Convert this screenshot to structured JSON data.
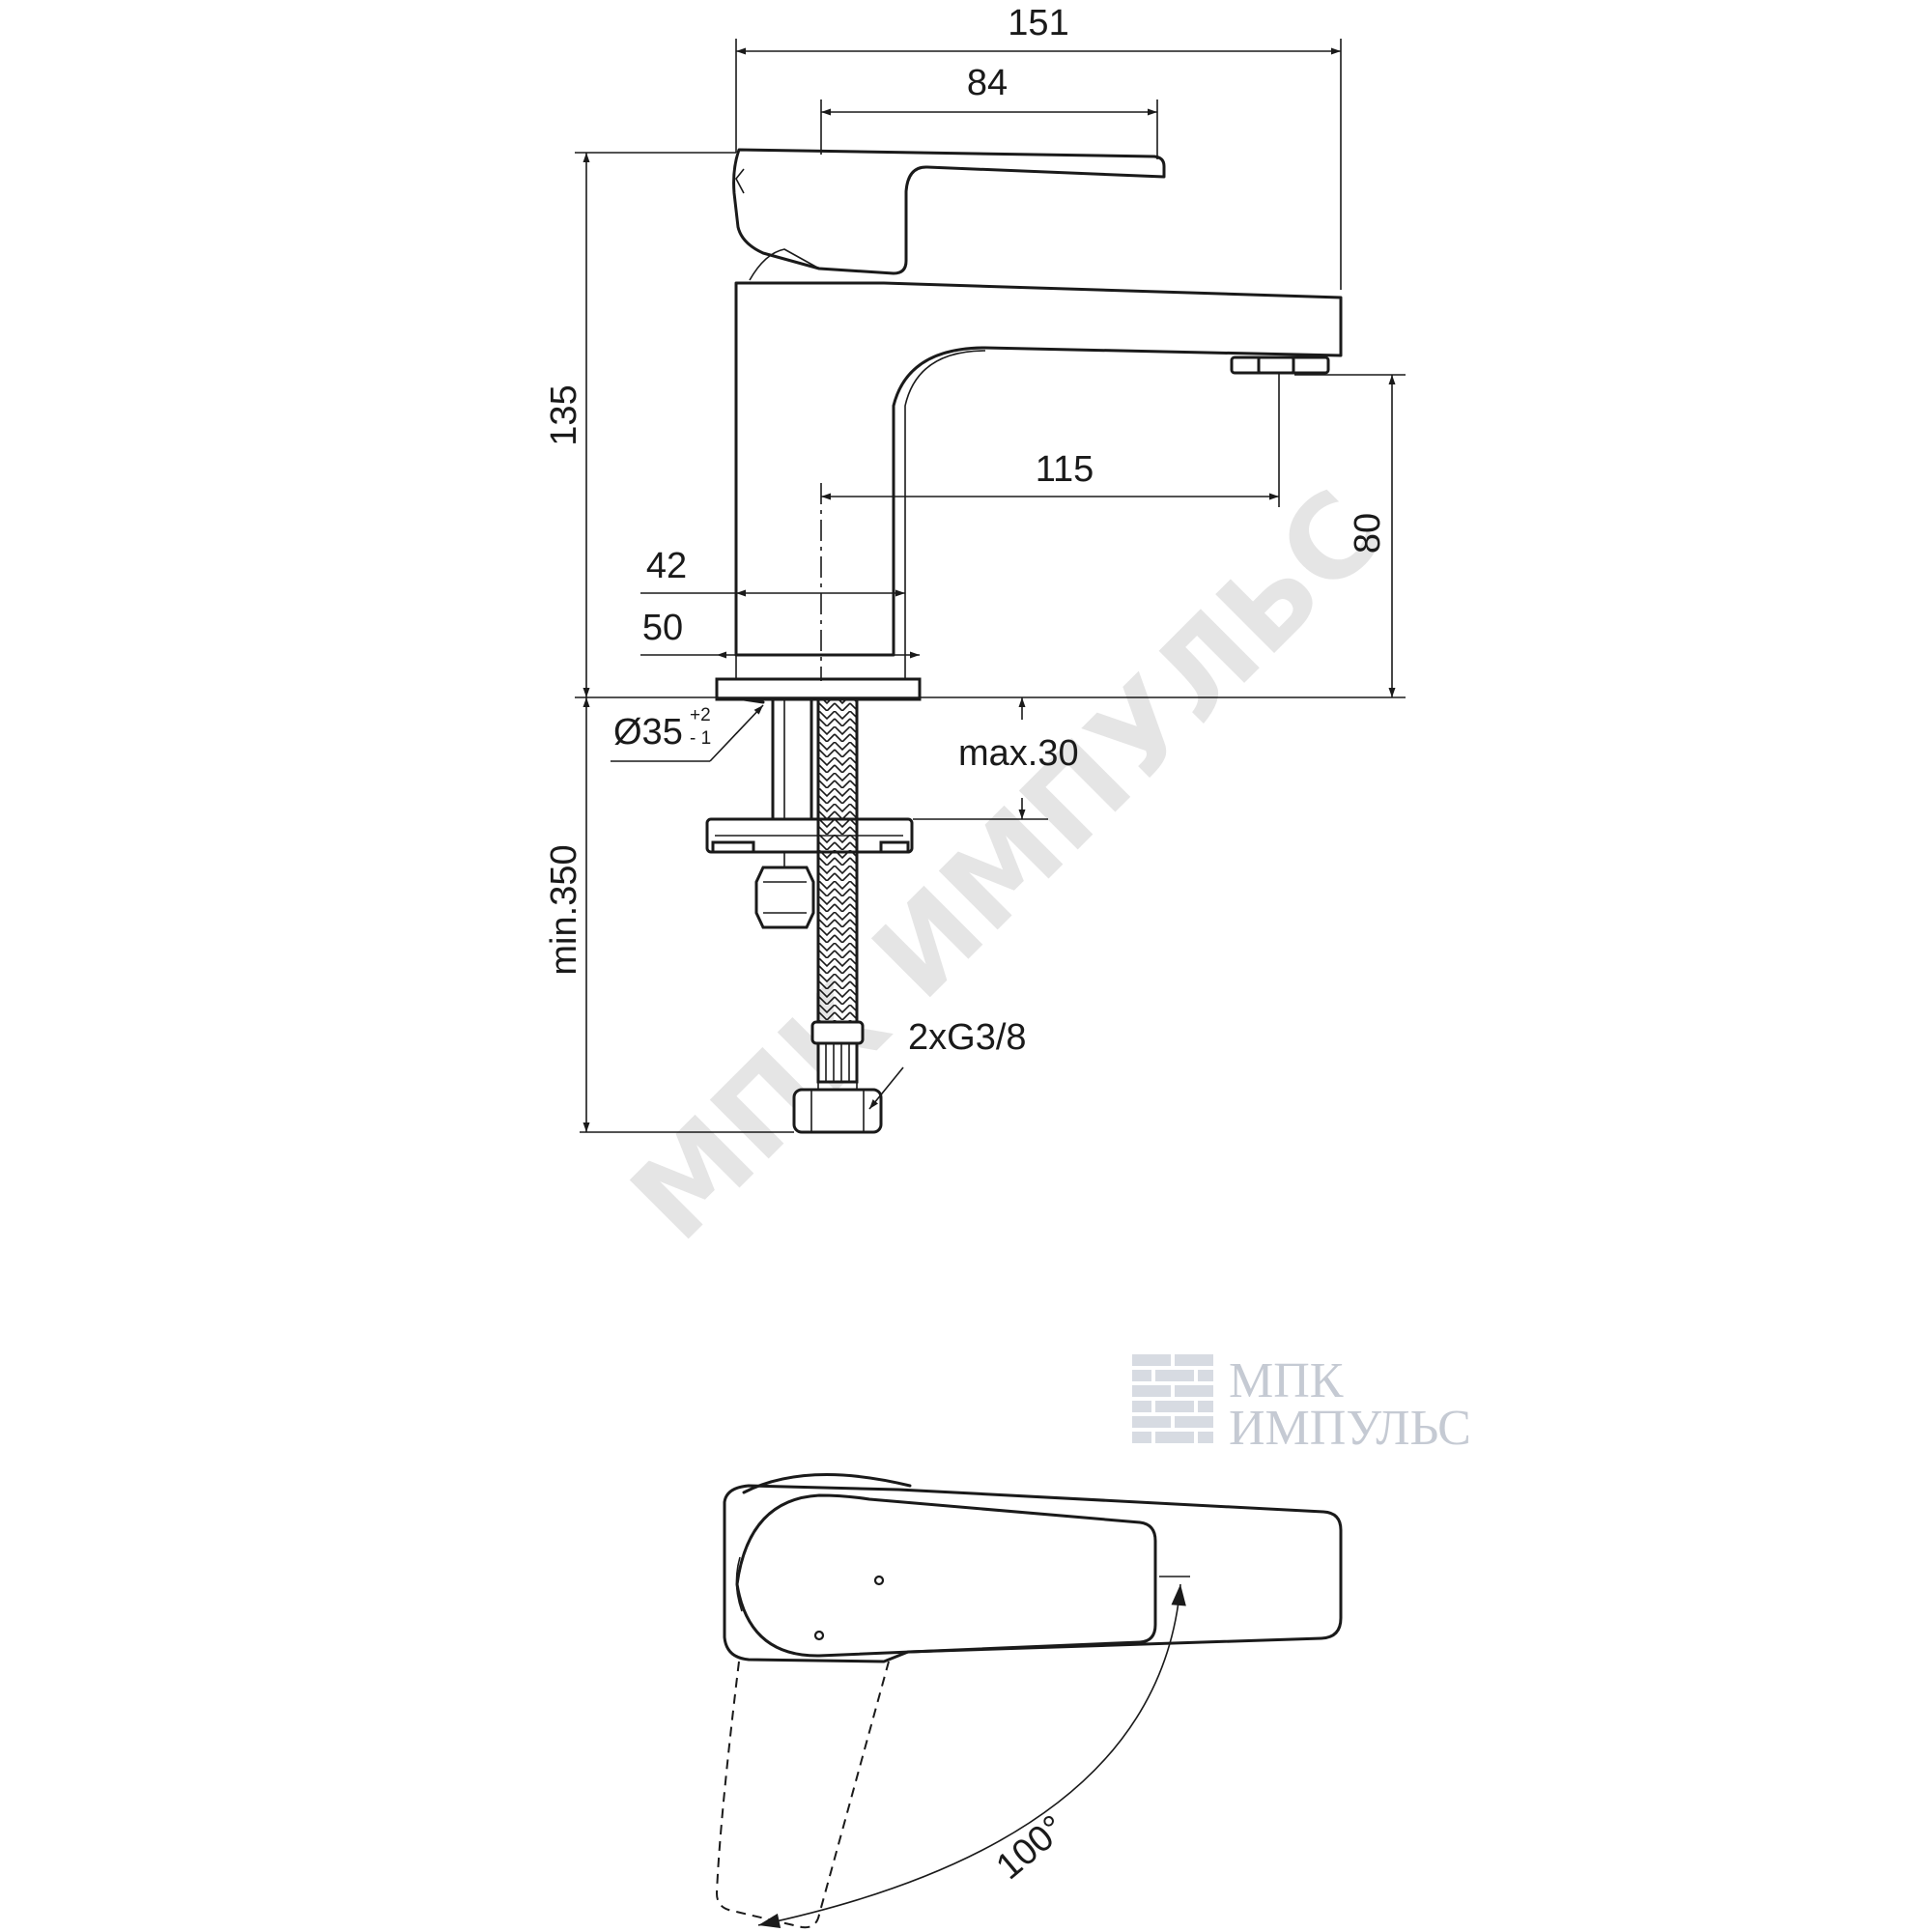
{
  "dimensions": {
    "overall_width": "151",
    "lever_length": "84",
    "overall_height": "135",
    "spout_reach": "115",
    "spout_height": "80",
    "body_width": "42",
    "base_width": "50",
    "hole_diameter": "Ø35",
    "hole_tolerance_upper": "+2",
    "hole_tolerance_lower": "- 1",
    "max_deck": "max.30",
    "min_hose": "min.350",
    "connection": "2xG3/8",
    "rotation_angle": "100°"
  },
  "watermark": {
    "diagonal": "МПК ИМПУЛЬС",
    "logo_line1": "МПК",
    "logo_line2": "ИМПУЛЬС"
  },
  "colors": {
    "line": "#1a1a1a",
    "background": "#ffffff",
    "watermark": "#e5e5e5",
    "logo": "#c5cad3"
  }
}
